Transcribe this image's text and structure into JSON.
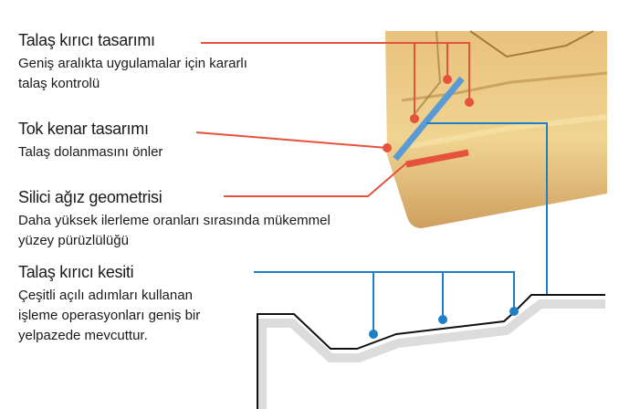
{
  "sections": [
    {
      "title": "Talaş kırıcı tasarımı",
      "lines": [
        "Geniş aralıkta uygulamalar için kararlı",
        "talaş kontrolü"
      ]
    },
    {
      "title": "Tok kenar tasarımı",
      "lines": [
        "Talaş dolanmasını önler"
      ]
    },
    {
      "title": "Silici ağız geometrisi",
      "lines": [
        "Daha yüksek ilerleme oranları sırasında mükemmel",
        "yüzey pürüzlülüğü"
      ]
    },
    {
      "title": "Talaş kırıcı kesiti",
      "lines": [
        "Çeşitli açılı adımları kullanan",
        "işleme operasyonları geniş bir",
        "yelpazede mevcuttur."
      ]
    }
  ],
  "colors": {
    "red": "#e5533c",
    "blue": "#1f7fc4",
    "bar_blue": "#5b9bd5",
    "insert": "#d9ad68"
  }
}
